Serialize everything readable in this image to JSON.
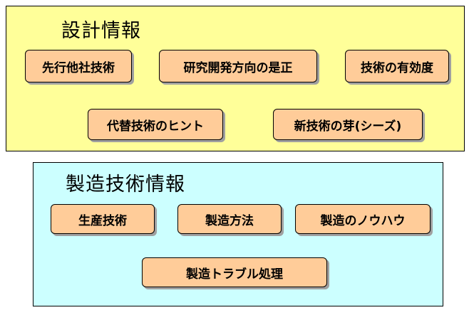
{
  "design_info": {
    "title": "設計情報",
    "items": [
      "先行他社技術",
      "研究開発方向の是正",
      "技術の有効度",
      "代替技術のヒント",
      "新技術の芽(シーズ)"
    ]
  },
  "manufacturing_info": {
    "title": "製造技術情報",
    "items": [
      "生産技術",
      "製造方法",
      "製造のノウハウ",
      "製造トラブル処理"
    ]
  },
  "colors": {
    "design_panel": "#ffff99",
    "manufacturing_panel": "#ccffff",
    "item_box": "#ffcc99"
  }
}
